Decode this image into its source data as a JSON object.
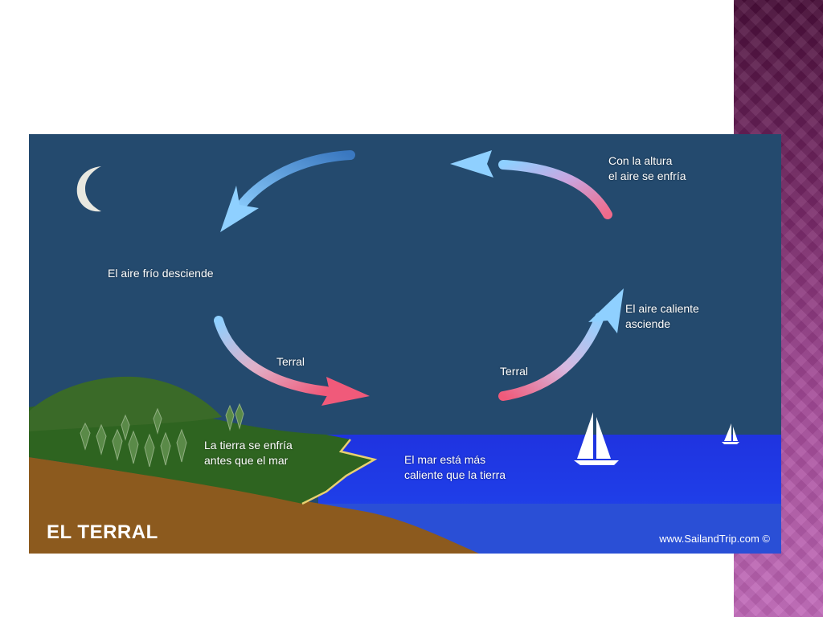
{
  "diagram": {
    "title": "EL TERRAL",
    "credit": "www.SailandTrip.com ©",
    "labels": {
      "cools_with_height": "Con la altura\nel aire se enfría",
      "cold_air_descends": "El aire frío desciende",
      "warm_air_rises": "El aire caliente\nasciende",
      "terral_left": "Terral",
      "terral_right": "Terral",
      "land_cools": "La tierra se enfría\nantes que el mar",
      "sea_warmer": "El mar está más\ncaliente que la tierra"
    },
    "icons": [
      "moon-icon",
      "sailboat-icon",
      "small-sailboat-icon"
    ],
    "colors": {
      "sky": "#244a6e",
      "sea": "#1f35d8",
      "land_green": "#2e6420",
      "land_brown": "#8c5a1e",
      "arrow_cold": "#7cc0f0",
      "arrow_warm": "#f07a98"
    }
  }
}
